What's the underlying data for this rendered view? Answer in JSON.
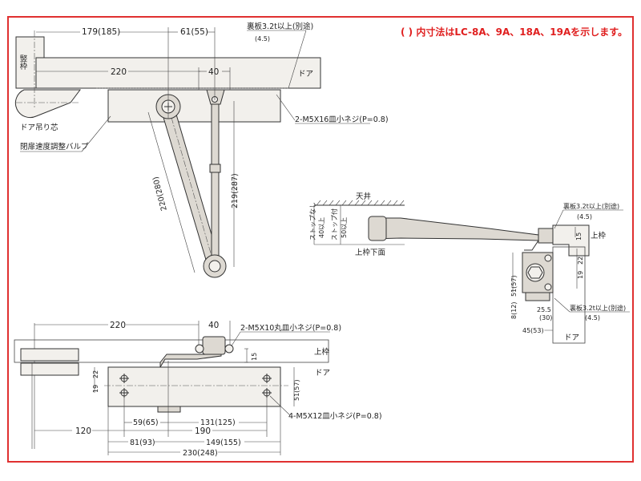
{
  "colors": {
    "border": "#e03030",
    "note": "#e02020",
    "line": "#333333"
  },
  "note": "( ) 内寸法はLC-8A、9A、18A、19Aを示します。",
  "top_view": {
    "frame_label": "竪枠",
    "door_label": "ドア",
    "pivot_label": "ドア吊り芯",
    "valve_label": "閉扉速度調整バルブ",
    "backplate_label": "裏板3.2t以上(別途)",
    "backplate_sub": "(4.5)",
    "screw_label": "2-M5X16皿小ネジ(P=0.8)",
    "dim_179": "179(185)",
    "dim_61": "61(55)",
    "dim_220": "220",
    "dim_40": "40",
    "dim_arm": "220(280)",
    "dim_rod": "219(287)"
  },
  "side_view": {
    "ceiling_label": "天井",
    "no_stop_label": "ストップなし",
    "no_stop_value": "40以上",
    "stop_label": "ストップ付",
    "stop_value": "50以上",
    "frame_bottom_label": "上枠下面",
    "frame_label": "上枠",
    "door_label": "ドア",
    "backplate_label_1": "裏板3.2t以上(別途)",
    "backplate_sub_1": "(4.5)",
    "backplate_label_2": "裏板3.2t以上(別途)",
    "backplate_sub_2": "(4.5)",
    "dim_15": "15",
    "dim_22": "22",
    "dim_19": "19",
    "dim_51": "51(57)",
    "dim_8": "8(12)",
    "dim_25": "25.5",
    "dim_25_sub": "(30)",
    "dim_45": "45(53)"
  },
  "front_view": {
    "dim_220": "220",
    "dim_40": "40",
    "screw_top_label": "2-M5X10丸皿小ネジ(P=0.8)",
    "frame_label": "上枠",
    "door_label": "ドア",
    "dim_15": "15",
    "dim_22": "22",
    "dim_19": "19",
    "dim_51": "51(57)",
    "screw_body_label": "4-M5X12皿小ネジ(P=0.8)",
    "dim_59": "59(65)",
    "dim_131": "131(125)",
    "dim_120": "120",
    "dim_190": "190",
    "dim_81": "81(93)",
    "dim_149": "149(155)",
    "dim_230": "230(248)"
  }
}
